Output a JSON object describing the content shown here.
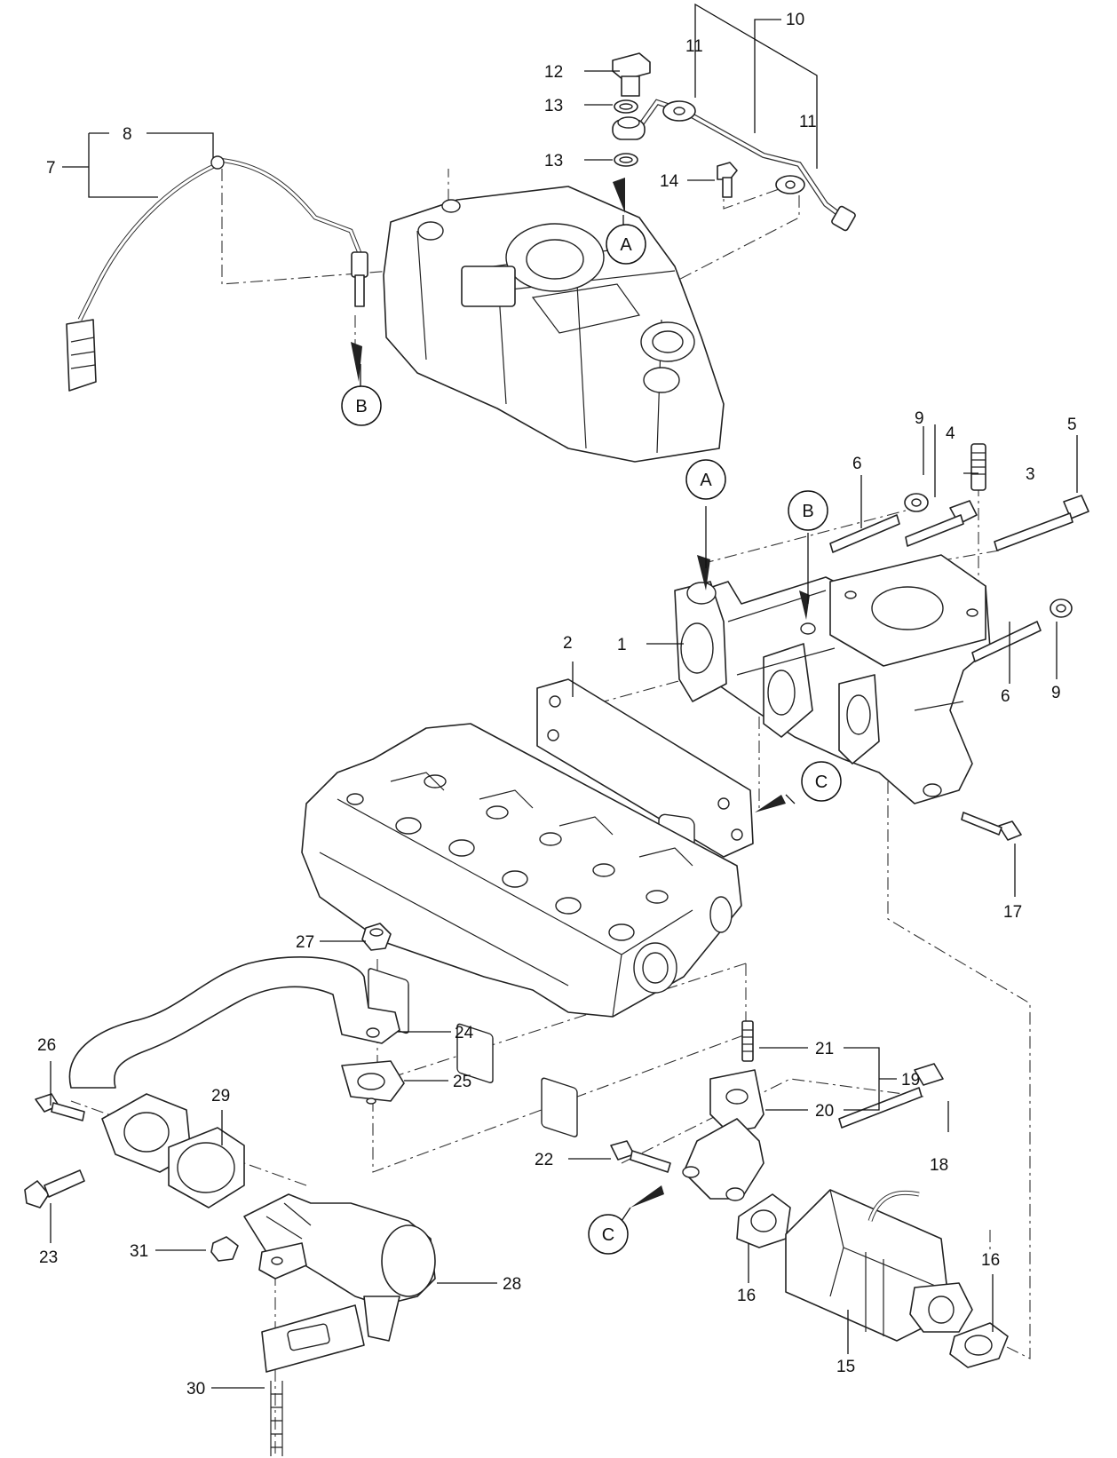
{
  "callouts": [
    "1",
    "2",
    "3",
    "4",
    "5",
    "6",
    "7",
    "8",
    "9",
    "10",
    "11",
    "12",
    "13",
    "14",
    "15",
    "16",
    "17",
    "18",
    "19",
    "20",
    "21",
    "22",
    "23",
    "24",
    "25",
    "26",
    "27",
    "28",
    "29",
    "30",
    "31"
  ],
  "refs": {
    "A": "A",
    "B": "B",
    "C": "C"
  },
  "colors": {
    "ink": "#222222",
    "paper": "#ffffff"
  }
}
